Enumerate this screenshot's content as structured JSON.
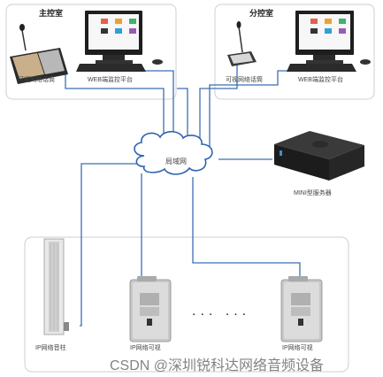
{
  "rooms": {
    "main": {
      "title": "主控室",
      "intercom_label": "可视网络话筒",
      "web_label": "WEB端监控平台"
    },
    "sub": {
      "title": "分控室",
      "intercom_label": "可视网络话筒",
      "web_label": "WEB端监控平台"
    }
  },
  "network": {
    "label": "局域网"
  },
  "server": {
    "label": "MINI型服务器"
  },
  "field": {
    "speaker_label": "IP网络音柱",
    "terminal1_label": "IP网络可视",
    "terminal2_label": "IP网络可视",
    "ellipsis": "...  ..."
  },
  "watermark": "CSDN @深圳锐科达网络音频设备",
  "colors": {
    "line": "#3b6fb5",
    "box_border": "#cfcfcf",
    "cloud_stroke": "#2f63b0"
  }
}
